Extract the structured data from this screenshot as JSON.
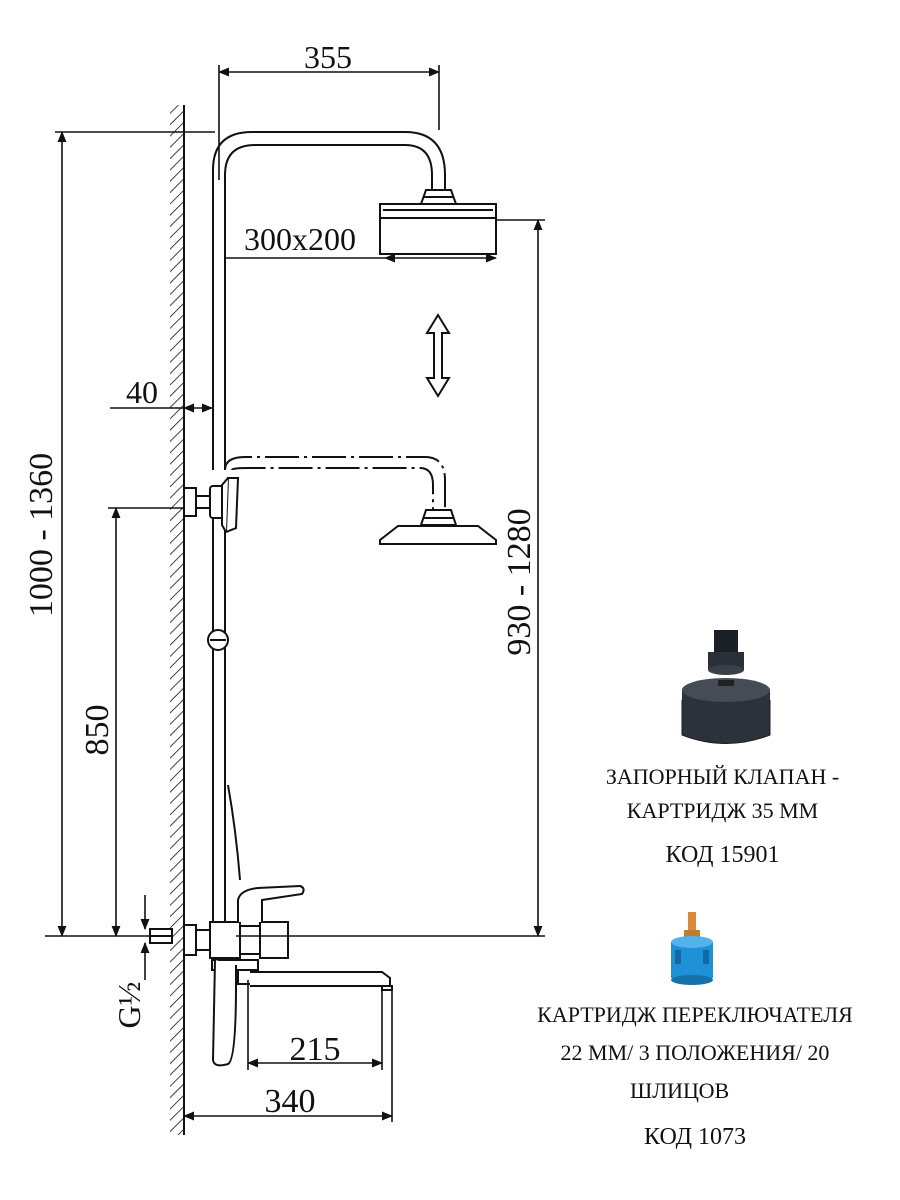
{
  "dimensions": {
    "top_width": "355",
    "head_size": "300x200",
    "wall_offset": "40",
    "total_height": "1000 - 1360",
    "head_height": "930 - 1280",
    "mixer_height": "850",
    "thread": "G½",
    "spout_length": "215",
    "spout_reach": "340"
  },
  "parts": [
    {
      "name_line1": "ЗАПОРНЫЙ КЛАПАН -",
      "name_line2": "КАРТРИДЖ 35 ММ",
      "code": "КОД 15901",
      "icon": "black-cartridge-icon"
    },
    {
      "name_line1": "КАРТРИДЖ ПЕРЕКЛЮЧАТЕЛЯ",
      "name_line2": "22 ММ/ 3 ПОЛОЖЕНИЯ/ 20",
      "name_line3": "ШЛИЦОВ",
      "code": "КОД 1073",
      "icon": "blue-cartridge-icon",
      "accent": "#1e90d6"
    }
  ]
}
